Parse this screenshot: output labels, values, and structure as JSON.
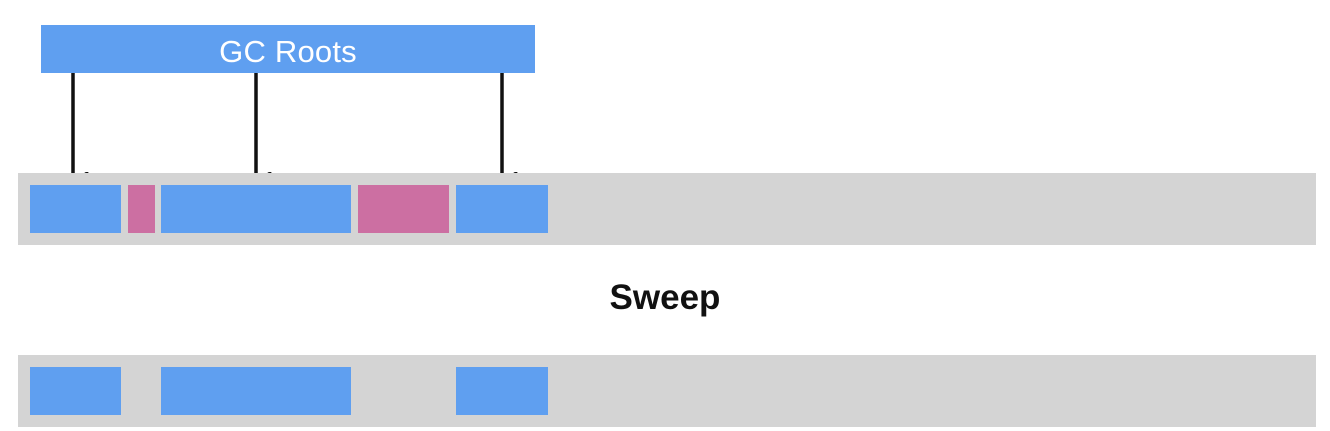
{
  "gc_roots": {
    "label": "GC Roots"
  },
  "step": {
    "label": "Sweep"
  },
  "heap_before": {
    "objects": [
      {
        "state": "live",
        "referenced_by_root": true
      },
      {
        "state": "garbage",
        "referenced_by_root": false
      },
      {
        "state": "live",
        "referenced_by_root": true
      },
      {
        "state": "garbage",
        "referenced_by_root": false
      },
      {
        "state": "live",
        "referenced_by_root": true
      }
    ]
  },
  "heap_after": {
    "objects": [
      {
        "state": "live"
      },
      {
        "state": "free"
      },
      {
        "state": "live"
      },
      {
        "state": "free"
      },
      {
        "state": "live"
      }
    ]
  },
  "colors": {
    "live_object": "#5f9ff0",
    "garbage_object": "#cc6fa2",
    "heap_background": "#d4d4d4",
    "arrow": "#111111"
  }
}
